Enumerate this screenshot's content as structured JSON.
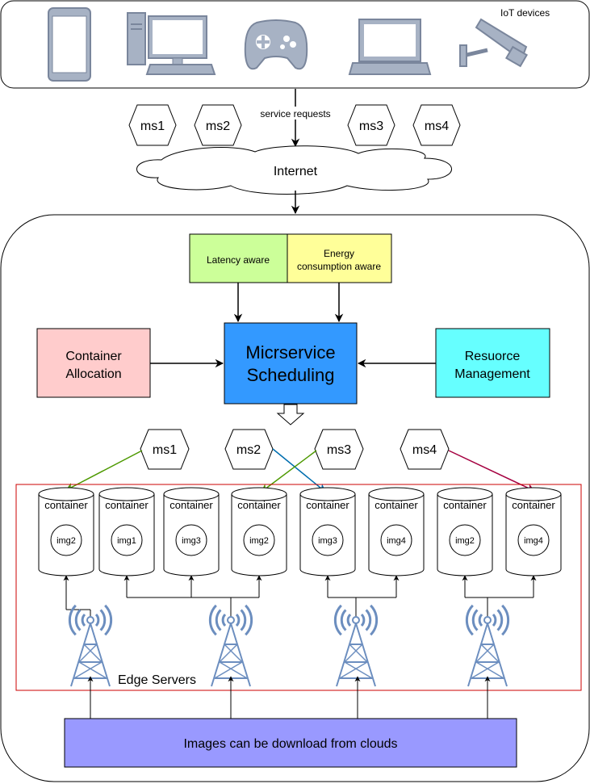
{
  "iot": {
    "label": "IoT devices"
  },
  "requests": {
    "label": "service requests",
    "microservices": [
      "ms1",
      "ms2",
      "ms3",
      "ms4"
    ]
  },
  "internet": {
    "label": "Internet"
  },
  "aware": {
    "latency": "Latency aware",
    "energy_line1": "Energy",
    "energy_line2": "consumption aware"
  },
  "scheduling": {
    "line1": "Micrservice",
    "line2": "Scheduling"
  },
  "allocation": {
    "line1": "Container",
    "line2": "Allocation"
  },
  "resource": {
    "line1": "Resuorce",
    "line2": "Management"
  },
  "dispatch": {
    "microservices": [
      "ms1",
      "ms2",
      "ms3",
      "ms4"
    ]
  },
  "containers": [
    {
      "label": "container",
      "image": "img2"
    },
    {
      "label": "container",
      "image": "img1"
    },
    {
      "label": "container",
      "image": "img3"
    },
    {
      "label": "container",
      "image": "img2"
    },
    {
      "label": "container",
      "image": "img3"
    },
    {
      "label": "container",
      "image": "img4"
    },
    {
      "label": "container",
      "image": "img2"
    },
    {
      "label": "container",
      "image": "img4"
    }
  ],
  "edge": {
    "label": "Edge Servers"
  },
  "clouds": {
    "label": "Images can be download from clouds"
  },
  "colors": {
    "latency": "#ccff99",
    "energy": "#ffff99",
    "scheduling": "#3399ff",
    "allocation": "#ffcccc",
    "resource": "#66ffff",
    "clouds": "#9999ff",
    "edge_border": "#cc0000",
    "arrow_ms1": "#4d9900",
    "arrow_ms2": "#006eaf",
    "arrow_ms3": "#4d9900",
    "arrow_ms4": "#a50040",
    "device_gray": "#a7b2c4",
    "device_stroke": "#7a869c",
    "tower": "#6c8ebf"
  }
}
